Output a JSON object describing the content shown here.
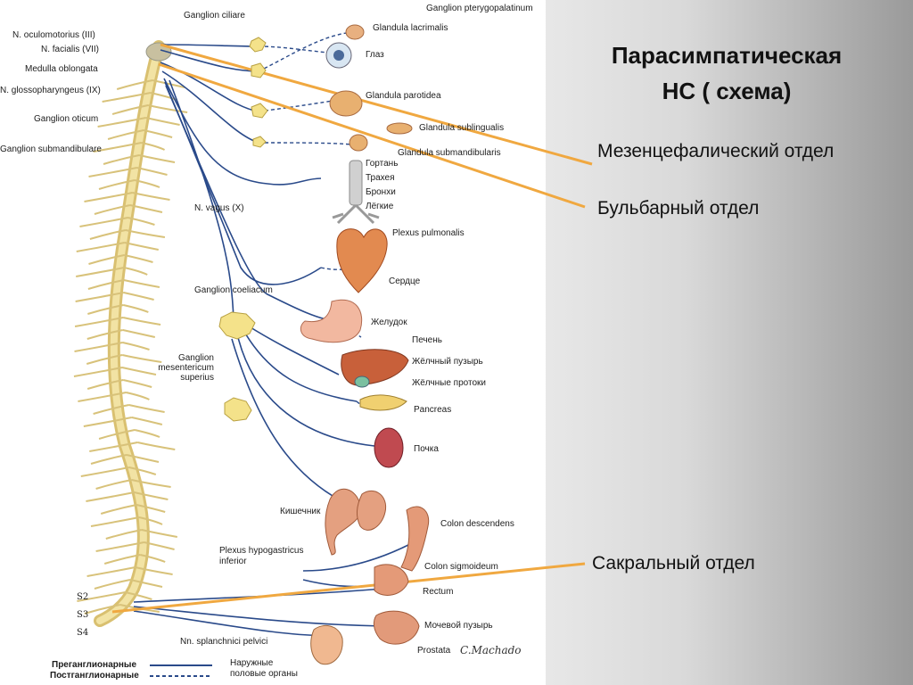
{
  "title": {
    "line1": "Парасимпатическая",
    "line2": "НС ( схема)"
  },
  "callouts": {
    "mesencephalic": "Мезенцефалический отдел",
    "bulbar": "Бульбарный отдел",
    "sacral": "Сакральный отдел"
  },
  "left_labels": {
    "ganglion_ciliare": "Ganglion ciliare",
    "n_oculomotorius": "N. oculomotorius (III)",
    "n_facialis": "N. facialis (VII)",
    "medulla_oblongata": "Medulla oblongata",
    "n_glossopharyngeus": "N. glossopharyngeus (IX)",
    "ganglion_oticum": "Ganglion oticum",
    "ganglion_submandibulare": "Ganglion submandibulare",
    "n_vagus": "N. vagus (X)",
    "ganglion_coeliacum": "Ganglion coeliacum",
    "ganglion_mesentericum_1": "Ganglion",
    "ganglion_mesentericum_2": "mesentericum",
    "ganglion_mesentericum_3": "superius",
    "plexus_hypogastricus_1": "Plexus hypogastricus",
    "plexus_hypogastricus_2": "inferior",
    "s2": "S2",
    "s3": "S3",
    "s4": "S4",
    "nn_splanchnici": "Nn. splanchnici pelvici"
  },
  "organ_labels": {
    "ganglion_pterygopalatinum": "Ganglion pterygopalatinum",
    "glandula_lacrimalis": "Glandula lacrimalis",
    "glaz": "Глаз",
    "glandula_parotidea": "Glandula parotidea",
    "glandula_sublingualis": "Glandula sublingualis",
    "glandula_submandibularis": "Glandula submandibularis",
    "gortan": "Гортань",
    "traheya": "Трахея",
    "bronhi": "Бронхи",
    "legkie": "Лёгкие",
    "plexus_pulmonalis": "Plexus pulmonalis",
    "serdce": "Сердце",
    "zheludok": "Желудок",
    "pechen": "Печень",
    "zhelchny_puzyr": "Жёлчный пузырь",
    "zhelchnye_protoki": "Жёлчные протоки",
    "pancreas": "Pancreas",
    "pochka": "Почка",
    "kishechnik": "Кишечник",
    "colon_descendens": "Colon descendens",
    "colon_sigmoideum": "Colon sigmoideum",
    "rectum": "Rectum",
    "mochevoy_puzyr": "Мочевой пузырь",
    "prostata": "Prostata"
  },
  "legend": {
    "preganglionic": "Преганглионарные",
    "postganglionic": "Постганглионарные",
    "external_1": "Наружные",
    "external_2": "половые органы"
  },
  "signature": "C.Machado",
  "colors": {
    "nerve": "#2a4a8a",
    "callout_line": "#f0a840",
    "spinal": "#e8d48a",
    "organ": "#e8a060"
  }
}
